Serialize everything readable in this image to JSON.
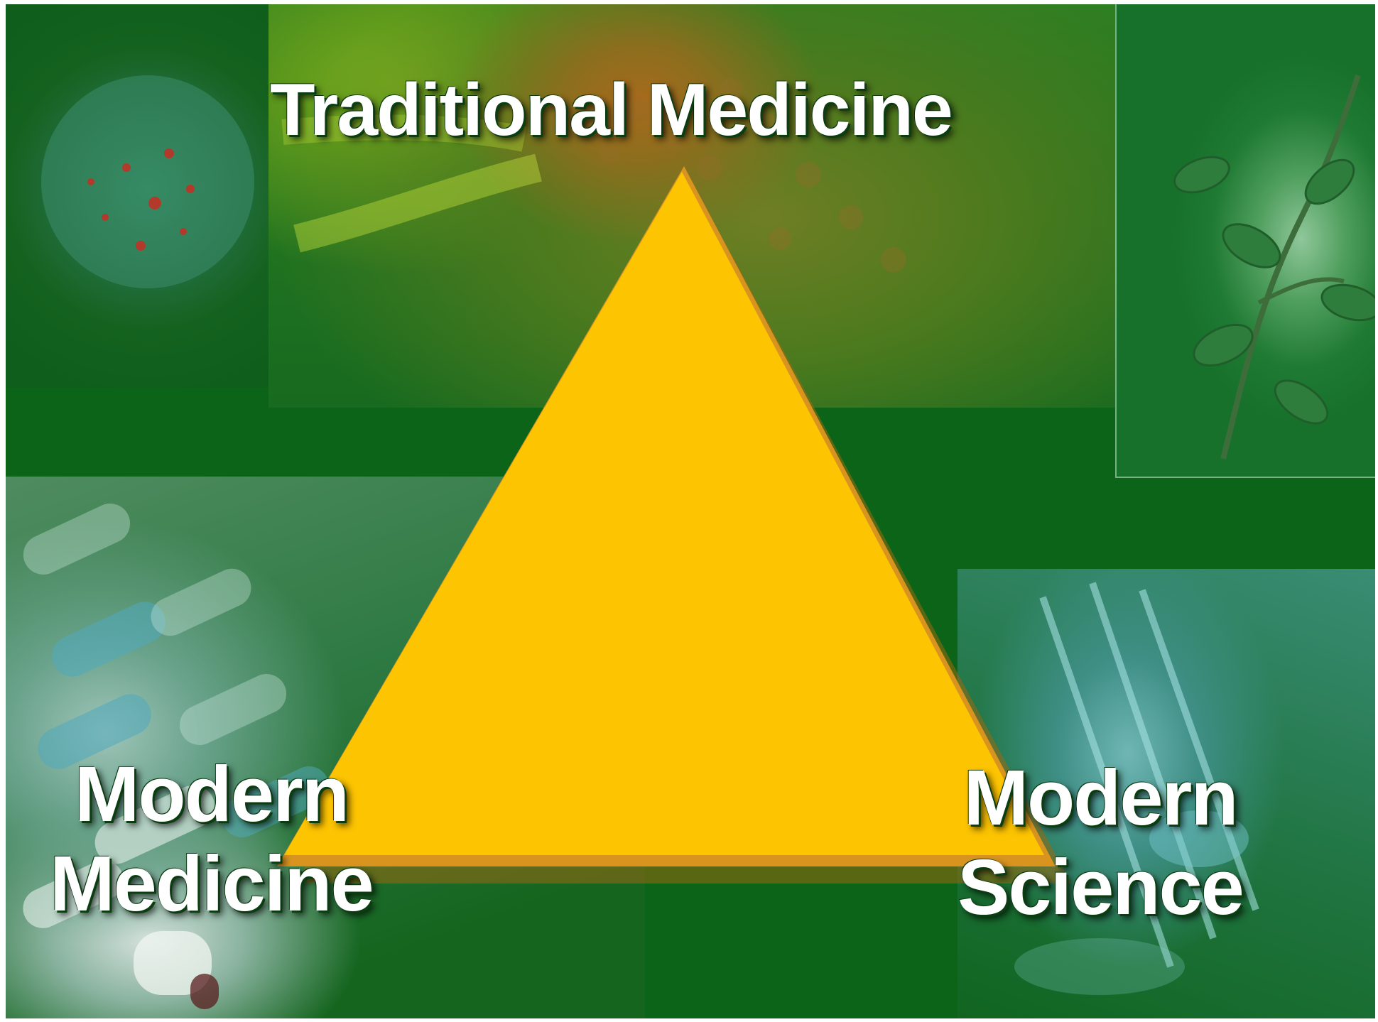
{
  "diagram": {
    "top_label": "Traditional Medicine",
    "bottom_left_label": [
      "Modern",
      "Medicine"
    ],
    "bottom_right_label": [
      "Modern",
      "Science"
    ],
    "triangle_color": "#FDC402",
    "background_color": "#0b6418"
  }
}
